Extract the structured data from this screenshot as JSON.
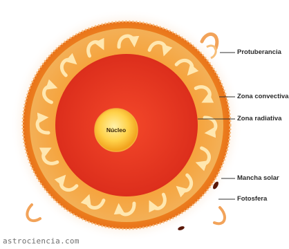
{
  "labels": {
    "prominence": "Protuberancia",
    "convective_zone": "Zona convectiva",
    "radiative_zone": "Zona radiativa",
    "core": "Núcleo",
    "sunspot": "Mancha solar",
    "photosphere": "Fotosfera"
  },
  "watermark": "astrociencia.com",
  "colors": {
    "photosphere": "#f08a26",
    "convective_zone": "#f5a53c",
    "radiative_zone": "#e3321e",
    "core": "#ffd24a",
    "arrows": "#ffe7b0",
    "sunspot": "#5a1808",
    "leader_lines": "#333333"
  },
  "convection_cell_count": 16
}
